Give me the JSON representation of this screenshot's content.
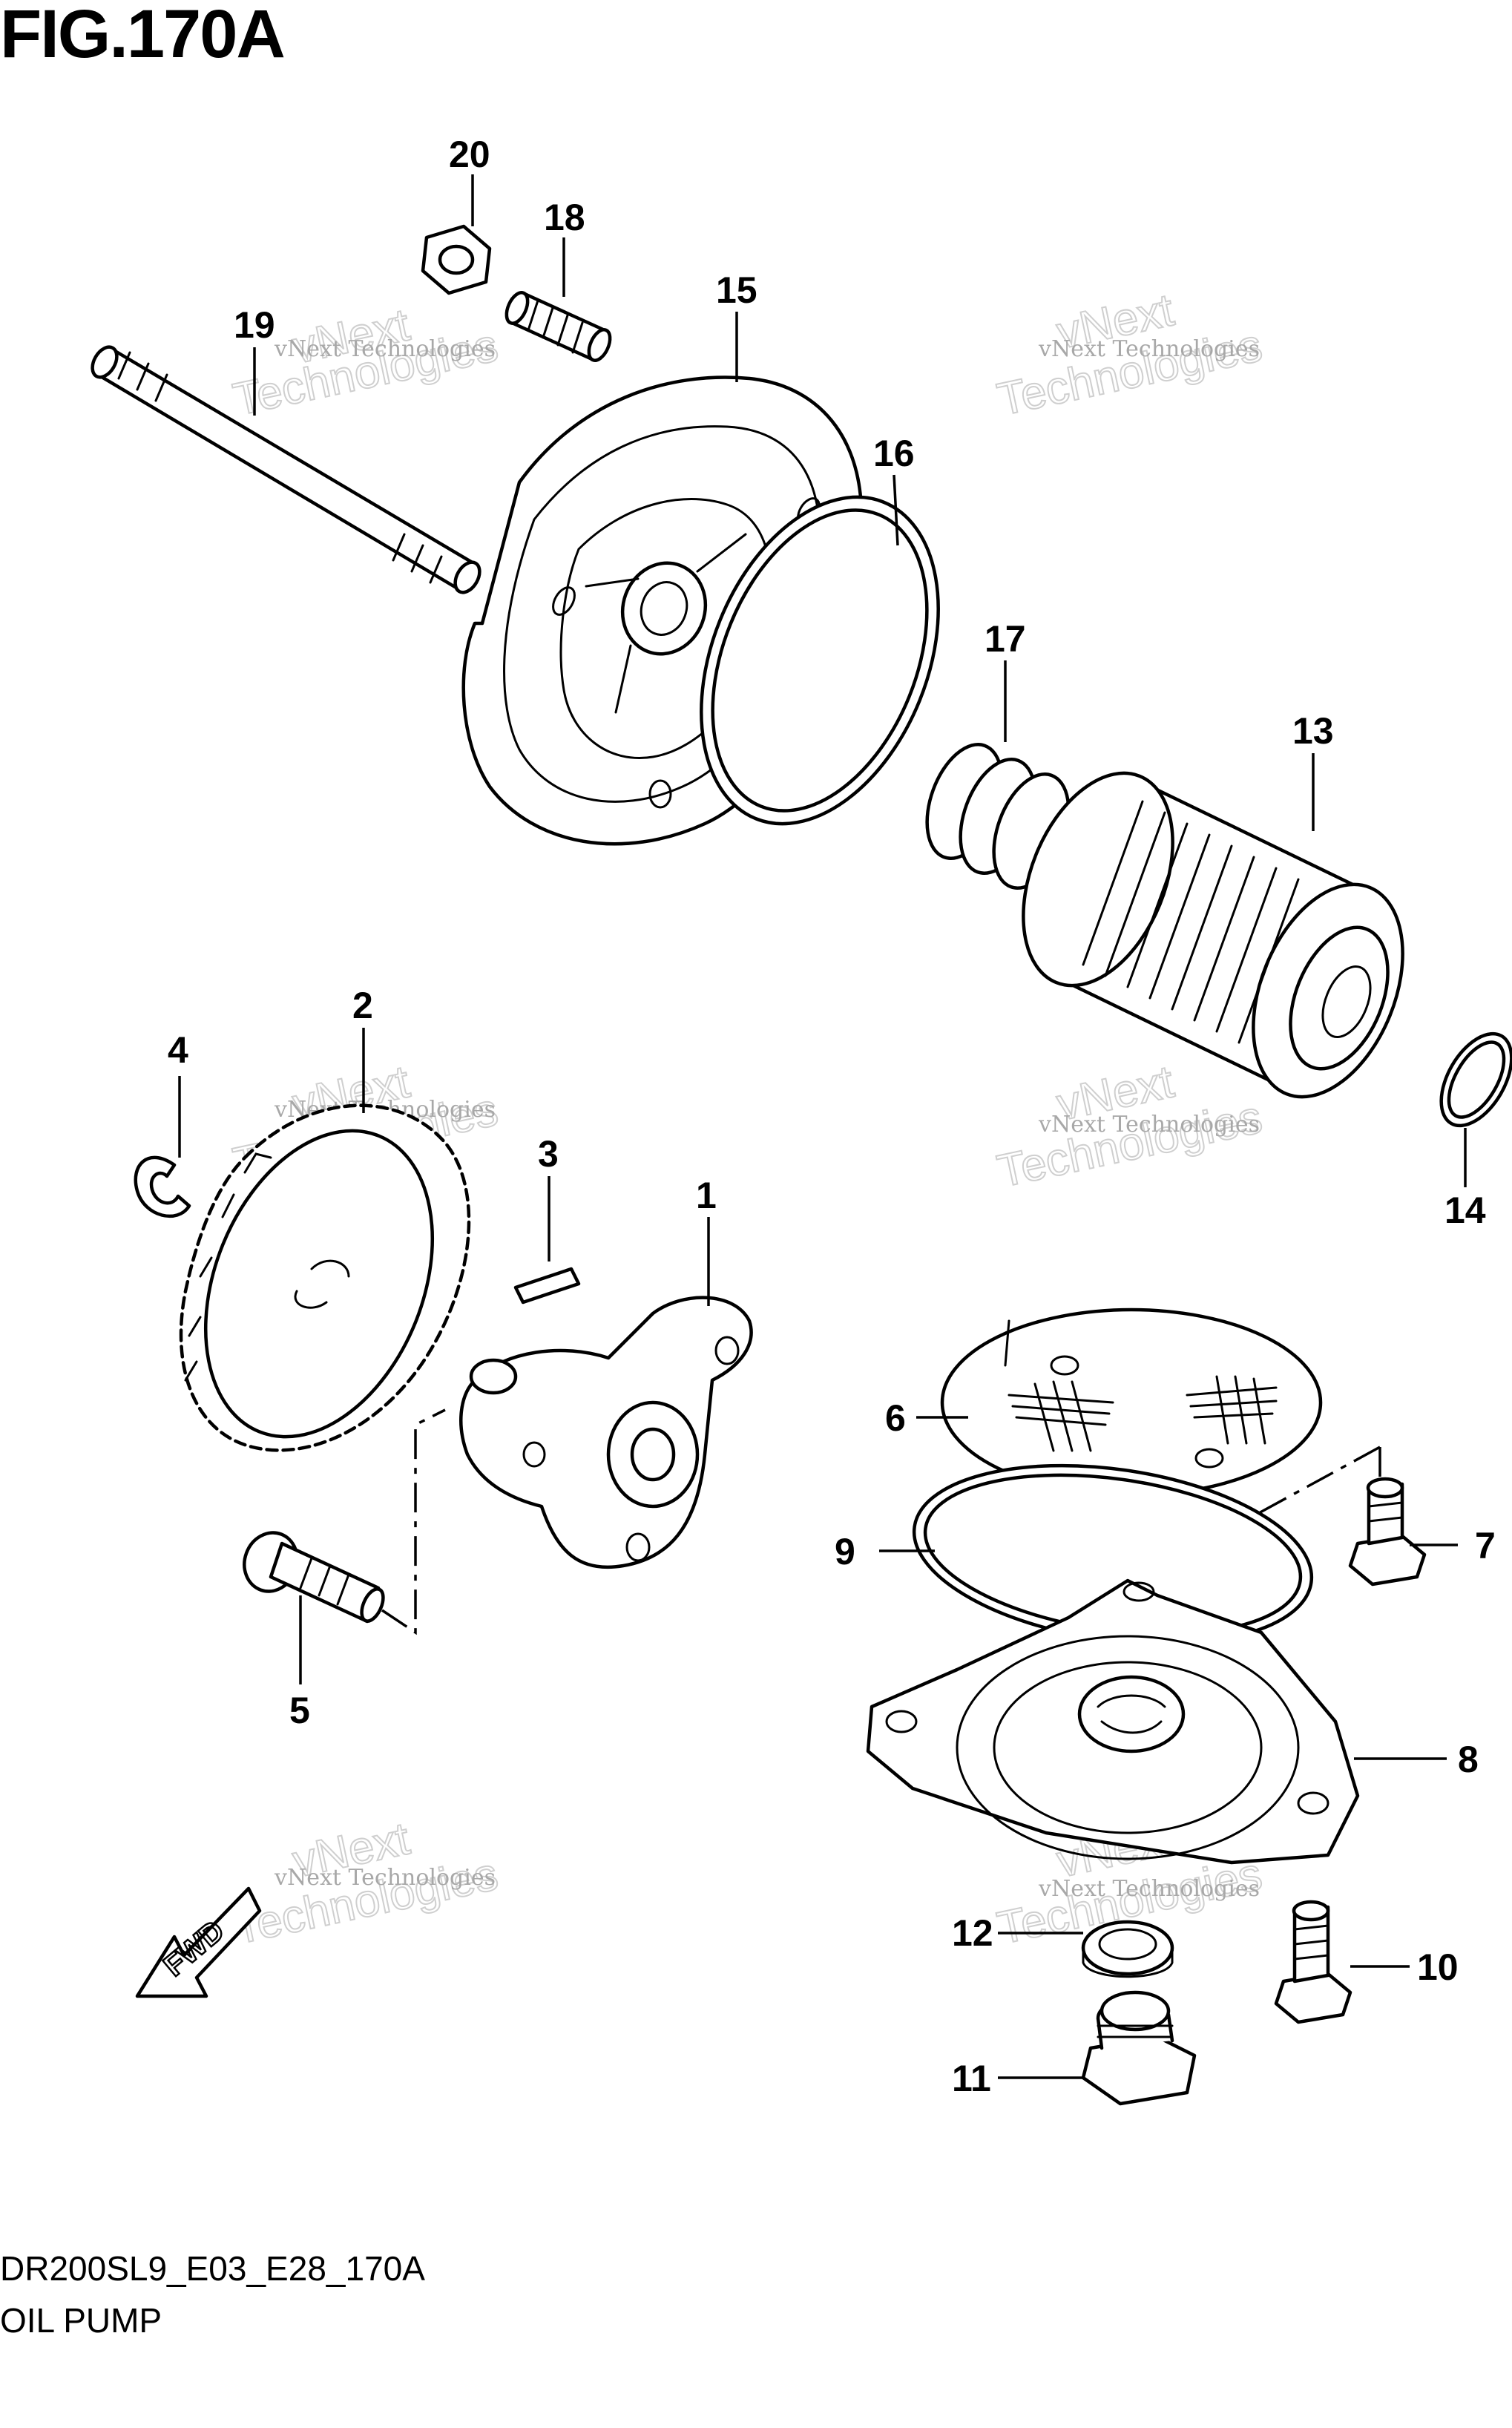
{
  "figure": {
    "title": "FIG.170A",
    "code": "DR200SL9_E03_E28_170A",
    "name": "OIL PUMP"
  },
  "watermark": {
    "line1": "vNext Technologies",
    "line2": "vNext",
    "line3": "Technologies"
  },
  "fwd_label": "FWD",
  "callouts": [
    "1",
    "2",
    "3",
    "4",
    "5",
    "6",
    "7",
    "8",
    "9",
    "10",
    "11",
    "12",
    "13",
    "14",
    "15",
    "16",
    "17",
    "18",
    "19",
    "20"
  ],
  "colors": {
    "ink": "#000000",
    "watermark": "#a8a8a8",
    "background": "#ffffff"
  }
}
